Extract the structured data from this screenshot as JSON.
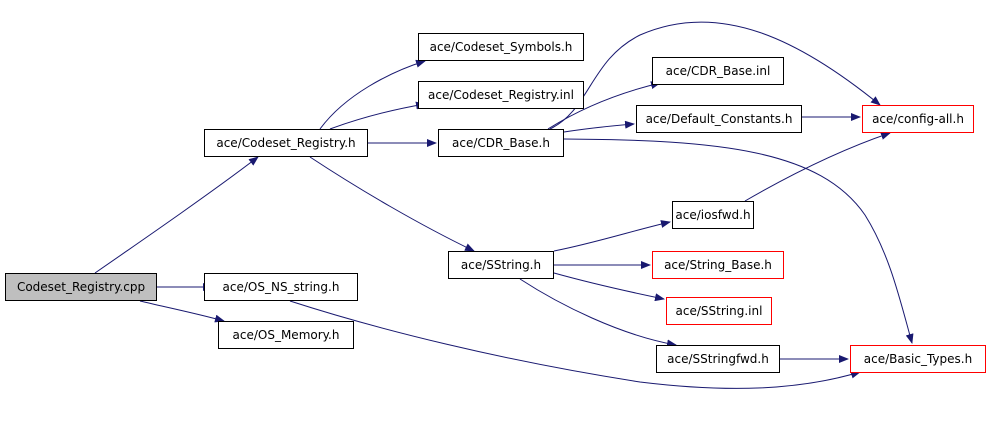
{
  "colors": {
    "edge": "#191970",
    "node_border": "#000000",
    "truncated_node_border": "#ff0000",
    "root_fill": "#bfbfbf"
  },
  "nodes": {
    "root": "Codeset_Registry.cpp",
    "codeset_registry_h": "ace/Codeset_Registry.h",
    "codeset_symbols_h": "ace/Codeset_Symbols.h",
    "codeset_registry_inl": "ace/Codeset_Registry.inl",
    "cdr_base_h": "ace/CDR_Base.h",
    "cdr_base_inl": "ace/CDR_Base.inl",
    "default_constants_h": "ace/Default_Constants.h",
    "config_all_h": "ace/config-all.h",
    "sstring_h": "ace/SString.h",
    "iosfwd_h": "ace/iosfwd.h",
    "string_base_h": "ace/String_Base.h",
    "sstring_inl": "ace/SString.inl",
    "sstringfwd_h": "ace/SStringfwd.h",
    "basic_types_h": "ace/Basic_Types.h",
    "os_ns_string_h": "ace/OS_NS_string.h",
    "os_memory_h": "ace/OS_Memory.h"
  }
}
